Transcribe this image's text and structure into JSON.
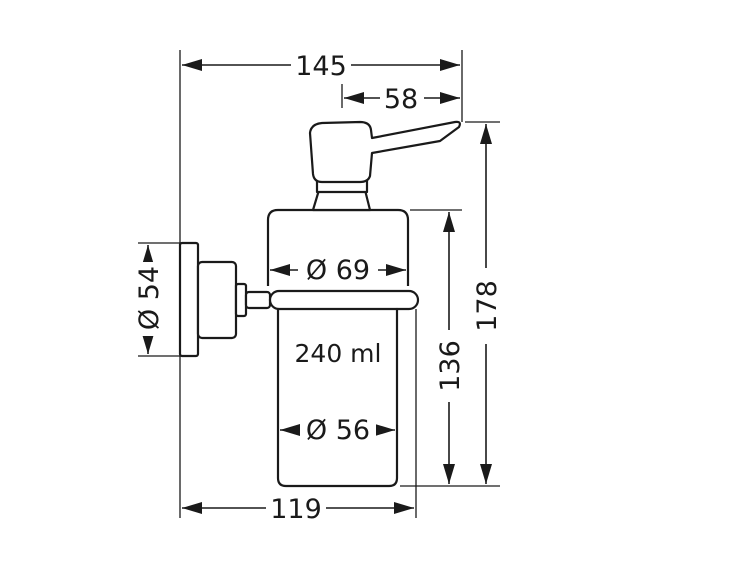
{
  "dimensions": {
    "total_width": "145",
    "pump_offset": "58",
    "total_height": "178",
    "container_height": "136",
    "mount_diameter": "Ø 54",
    "head_diameter": "Ø 69",
    "glass_diameter": "Ø 56",
    "depth": "119"
  },
  "capacity": "240 ml"
}
